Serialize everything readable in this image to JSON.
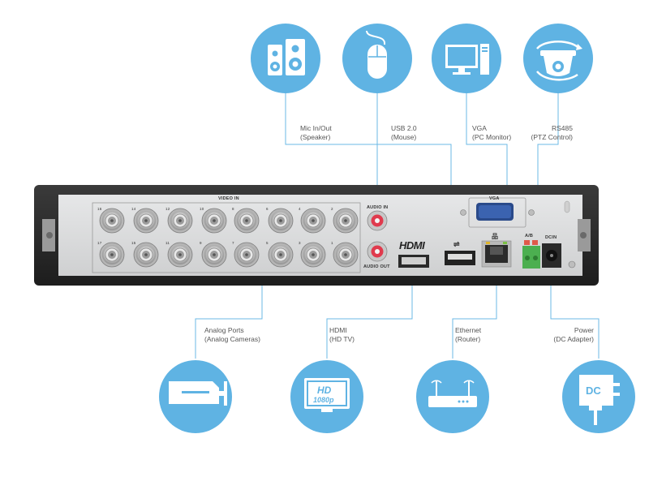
{
  "callouts_top": [
    {
      "id": "mic",
      "line1": "Mic In/Out",
      "line2": "(Speaker)",
      "icon": "speaker-icon"
    },
    {
      "id": "usb",
      "line1": "USB 2.0",
      "line2": "(Mouse)",
      "icon": "mouse-icon"
    },
    {
      "id": "vga",
      "line1": "VGA",
      "line2": "(PC Monitor)",
      "icon": "monitor-icon"
    },
    {
      "id": "rs485",
      "line1": "RS485",
      "line2": "(PTZ Control)",
      "icon": "ptz-camera-icon"
    }
  ],
  "callouts_bottom": [
    {
      "id": "analog",
      "line1": "Analog Ports",
      "line2": "(Analog Cameras)",
      "icon": "cctv-camera-icon"
    },
    {
      "id": "hdmi",
      "line1": "HDMI",
      "line2": "(HD TV)",
      "icon": "hd-tv-icon"
    },
    {
      "id": "ethernet",
      "line1": "Ethernet",
      "line2": "(Router)",
      "icon": "router-icon"
    },
    {
      "id": "power",
      "line1": "Power",
      "line2": "(DC Adapter)",
      "icon": "power-adapter-icon"
    }
  ],
  "panel": {
    "video_in": "VIDEO IN",
    "audio_in": "AUDIO IN",
    "audio_out": "AUDIO OUT",
    "vga": "VGA",
    "ab": "A/B",
    "dcin": "DCIN",
    "hdmi_logo": "HDMI",
    "top_row_numbers": [
      "16",
      "14",
      "12",
      "10",
      "8",
      "6",
      "4",
      "2"
    ],
    "bottom_row_numbers": [
      "17",
      "15",
      "11",
      "9",
      "7",
      "5",
      "3",
      "1"
    ]
  },
  "icon_text": {
    "hd": "HD",
    "res": "1080p",
    "dc": "DC"
  },
  "colors": {
    "accent": "#5fb3e3",
    "line": "#6bb9e6",
    "chassis": "#2b2b2b",
    "panel": "#d9dadb"
  }
}
